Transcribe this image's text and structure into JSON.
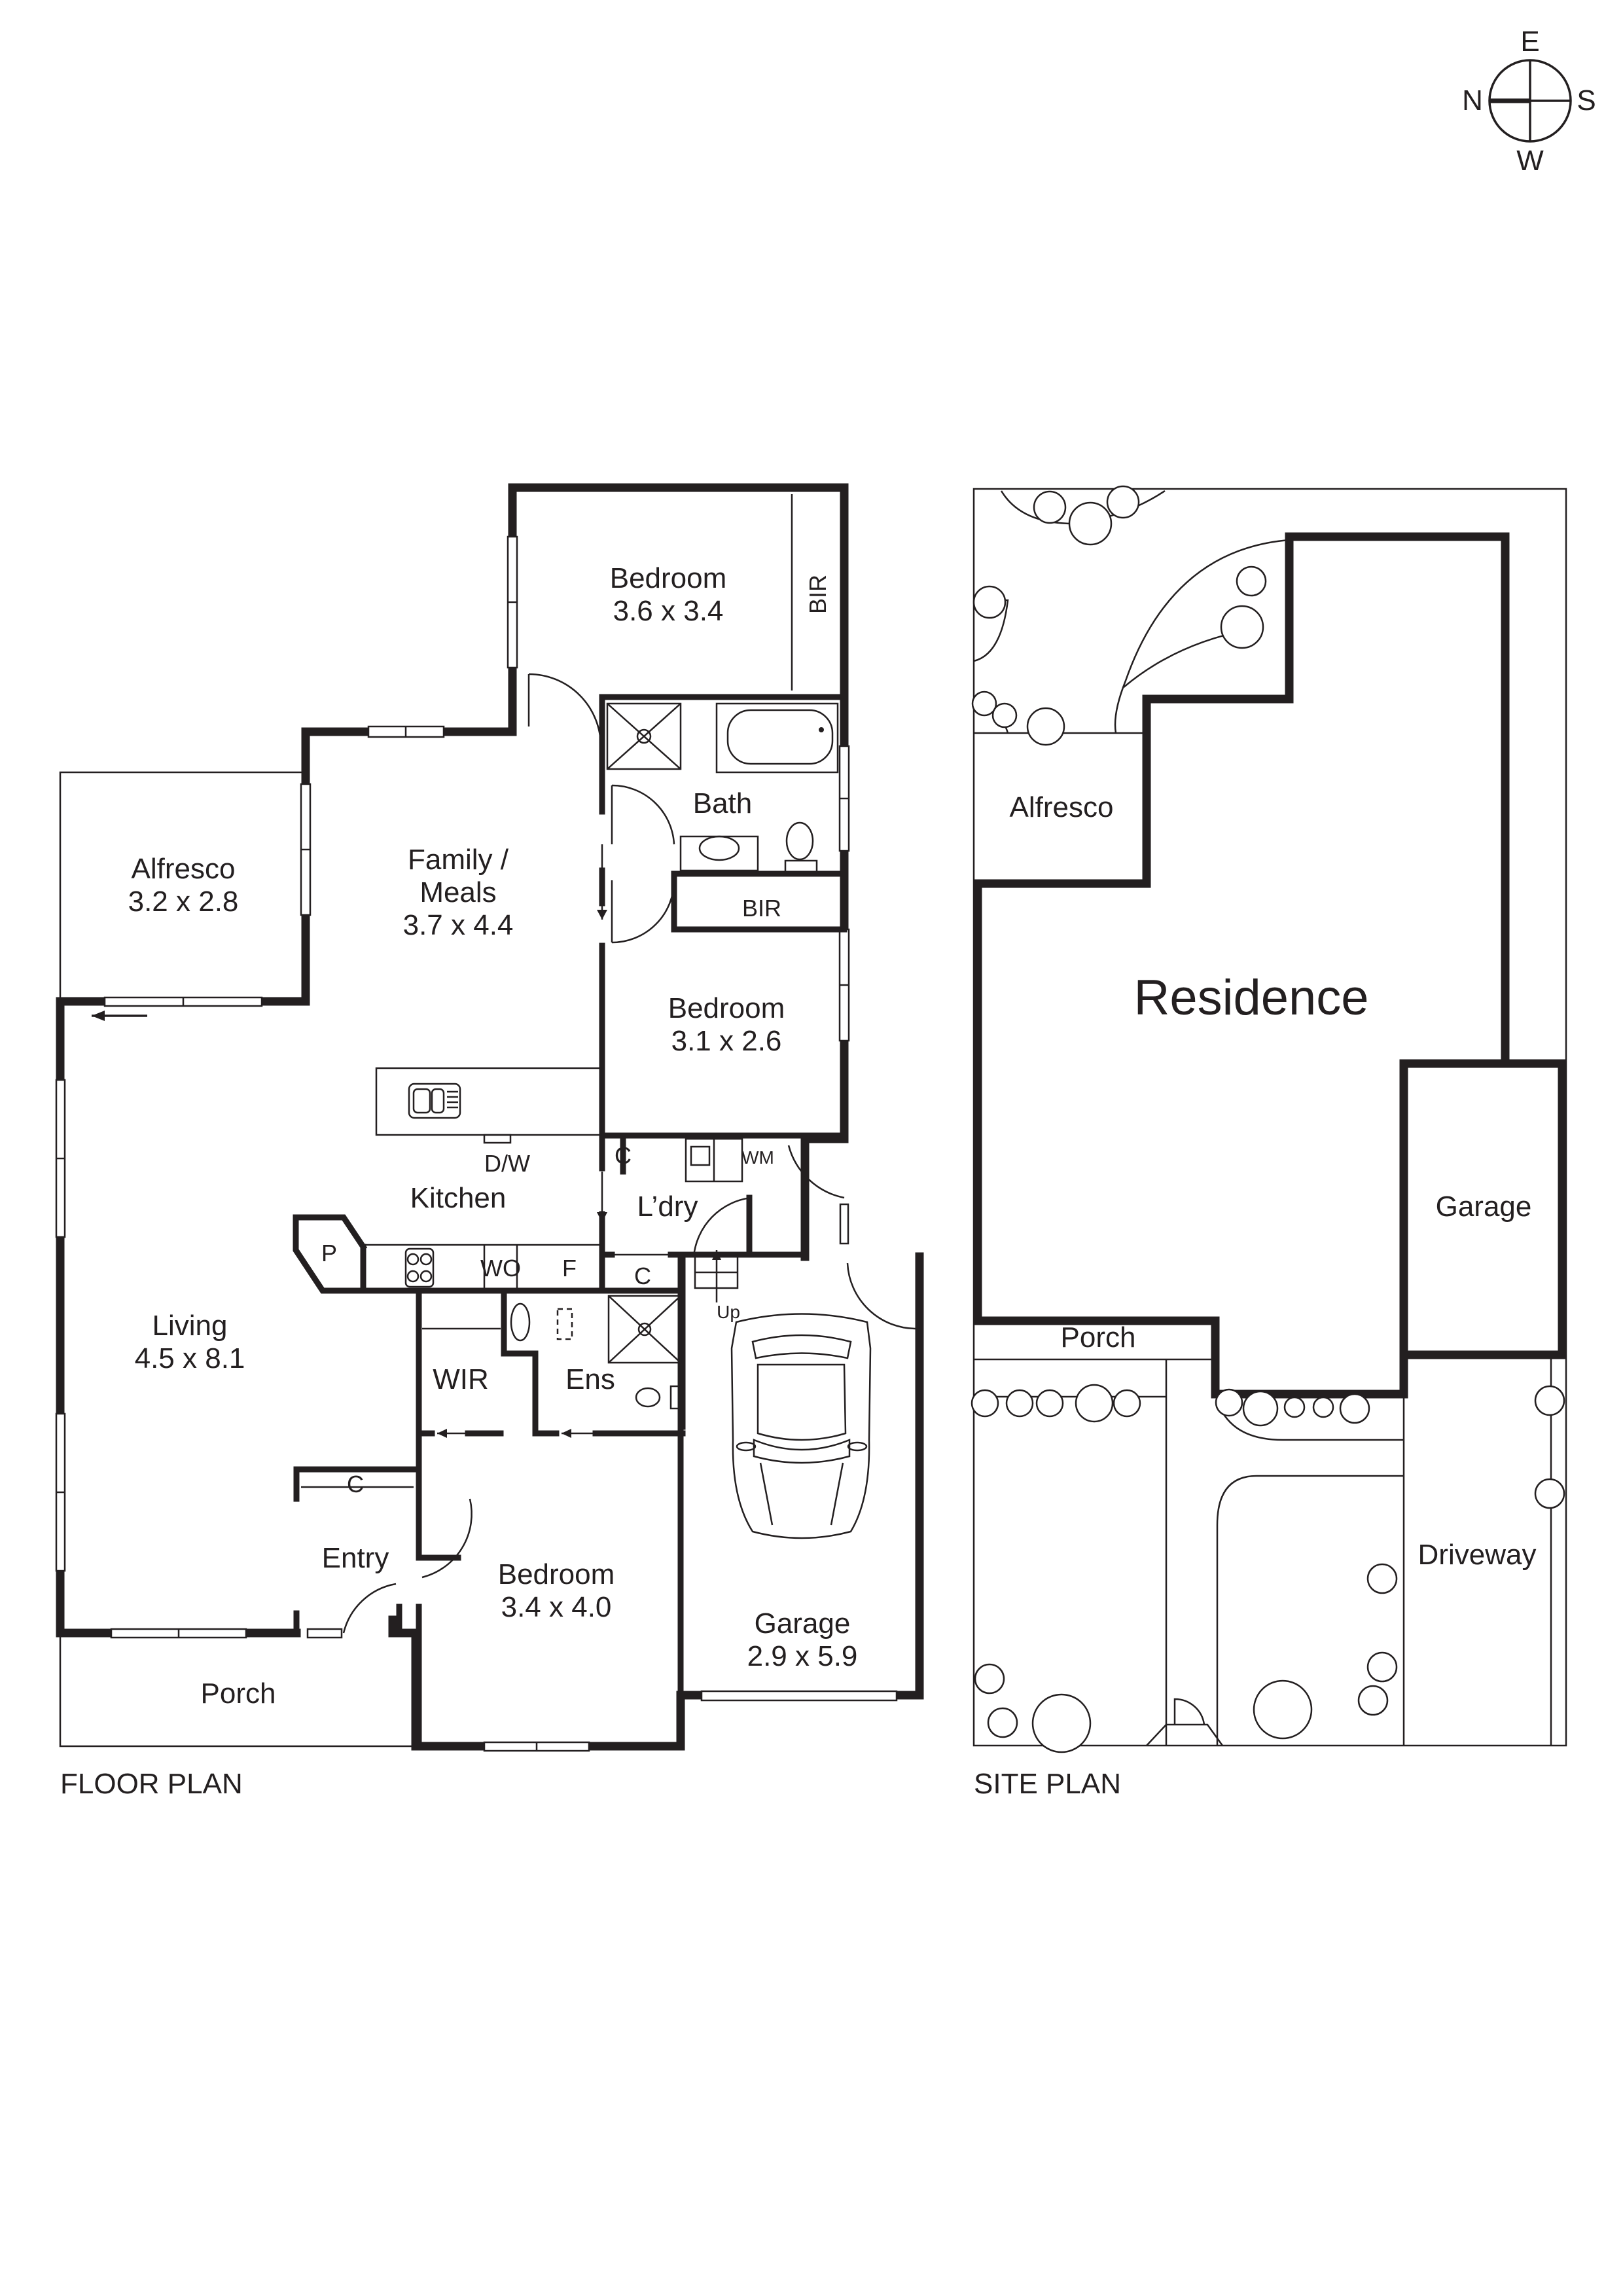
{
  "compass": {
    "north": "N",
    "east": "E",
    "south": "S",
    "west": "W"
  },
  "floor_plan": {
    "caption": "FLOOR PLAN",
    "rooms": {
      "bedroom_1": {
        "name": "Bedroom",
        "size": "3.6 x 3.4"
      },
      "bedroom_1_bir": {
        "name": "BIR"
      },
      "bath": {
        "name": "Bath"
      },
      "bedroom_2_bir": {
        "name": "BIR"
      },
      "bedroom_2": {
        "name": "Bedroom",
        "size": "3.1 x 2.6"
      },
      "alfresco": {
        "name": "Alfresco",
        "size": "3.2 x 2.8"
      },
      "family_meals": {
        "name_line1": "Family /",
        "name_line2": "Meals",
        "size": "3.7 x 4.4"
      },
      "dishwasher": {
        "name": "D/W"
      },
      "kitchen": {
        "name": "Kitchen"
      },
      "pantry": {
        "name": "P"
      },
      "wall_oven": {
        "name": "WO"
      },
      "fridge": {
        "name": "F"
      },
      "laundry_cupboard": {
        "name": "C"
      },
      "washing_machine": {
        "name": "WM"
      },
      "laundry": {
        "name": "L’dry"
      },
      "linen_cupboard": {
        "name": "C"
      },
      "stairs": {
        "name": "Up"
      },
      "living": {
        "name": "Living",
        "size": "4.5 x 8.1"
      },
      "wir": {
        "name": "WIR"
      },
      "ensuite": {
        "name": "Ens"
      },
      "entry_cupboard": {
        "name": "C"
      },
      "entry": {
        "name": "Entry"
      },
      "bedroom_3": {
        "name": "Bedroom",
        "size": "3.4 x 4.0"
      },
      "garage": {
        "name": "Garage",
        "size": "2.9 x 5.9"
      },
      "porch": {
        "name": "Porch"
      }
    }
  },
  "site_plan": {
    "caption": "SITE PLAN",
    "areas": {
      "alfresco": "Alfresco",
      "residence": "Residence",
      "garage": "Garage",
      "porch": "Porch",
      "driveway": "Driveway"
    }
  }
}
